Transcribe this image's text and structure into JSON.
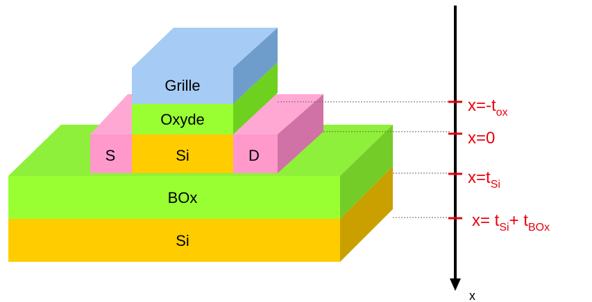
{
  "layers": {
    "grille": "Grille",
    "oxyde": "Oxyde",
    "source": "S",
    "channel": "Si",
    "drain": "D",
    "box": "BOx",
    "substrate": "Si"
  },
  "axis": {
    "name": "x",
    "marks": [
      {
        "base": "x=-t",
        "sub": "ox"
      },
      {
        "base": "x=0"
      },
      {
        "base": "x=t",
        "sub": "Si"
      },
      {
        "base": "x= t",
        "sub": "Si",
        "mid": "+ t",
        "sub2": "BOx"
      }
    ]
  },
  "colors": {
    "grille": "#a6cbf5",
    "oxyde": "#99ff33",
    "source_drain": "#ff99cc",
    "channel_si": "#ffcc00",
    "box": "#99ff33",
    "substrate_si": "#ffcc00",
    "marker": "#e8000b",
    "axis": "#000000"
  }
}
